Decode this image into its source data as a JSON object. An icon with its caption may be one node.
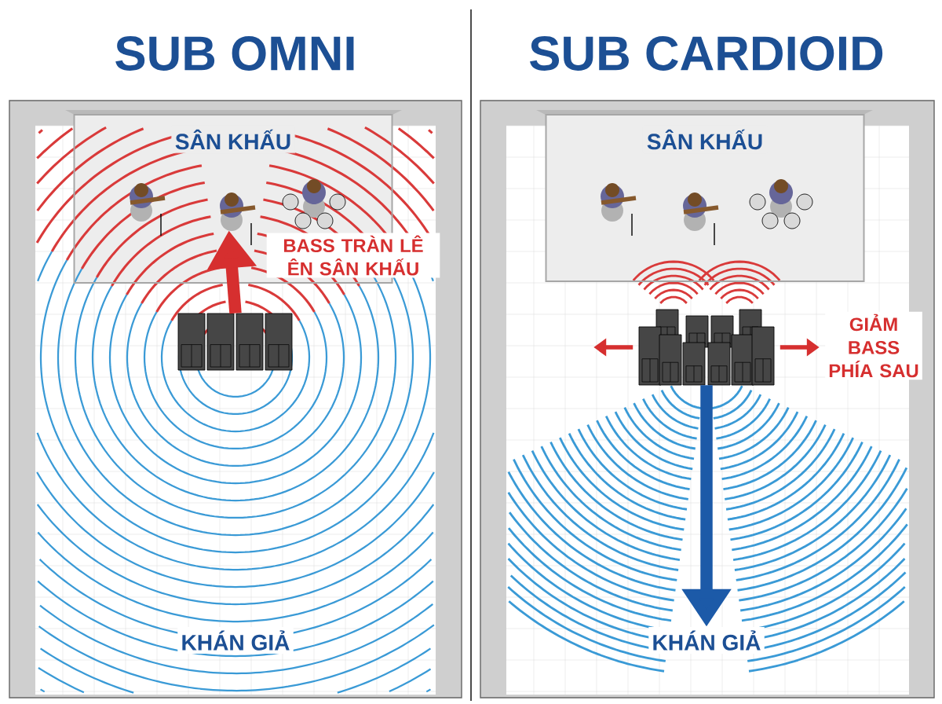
{
  "diagram": {
    "nodes": [
      {
        "text": [
          "SÂN KHẤU"
        ]
      },
      {
        "text": [],
        "shape": "picture"
      },
      {
        "text": [
          "KHÁN GIẢ"
        ]
      },
      {
        "text": [
          "SÂN KHẤU"
        ]
      },
      {
        "text": [],
        "shape": "picture"
      },
      {
        "text": [
          "KHÁN GIẢ"
        ]
      }
    ],
    "edges": [
      {
        "from": 1,
        "to": 0,
        "arrow": "to",
        "label": "BASS TRÀN LÊ ÊN SÂN KHẤU",
        "style": "thick",
        "color": "#d62f2f"
      },
      {
        "from": 4,
        "to": null,
        "arrow": "to",
        "color": "#d62f2f"
      },
      {
        "from": 4,
        "to": null,
        "arrow": "to",
        "label": "GIẢM BASS PHÍA SAU",
        "color": "#d62f2f"
      },
      {
        "from": 4,
        "to": 5,
        "arrow": "to",
        "style": "thick",
        "color": "#1c5aa8"
      }
    ],
    "labels": [
      "SUB OMNI",
      "SUB CARDIOID"
    ]
  }
}
